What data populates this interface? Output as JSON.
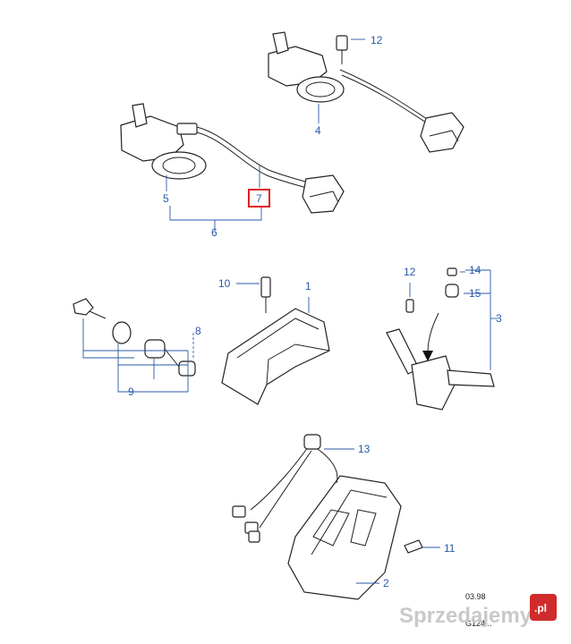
{
  "callouts": {
    "c1": "1",
    "c2": "2",
    "c3": "3",
    "c4": "4",
    "c5": "5",
    "c6": "6",
    "c7": "7",
    "c8": "8",
    "c9": "9",
    "c10": "10",
    "c11": "11",
    "c12a": "12",
    "c12b": "12",
    "c13": "13",
    "c14": "14",
    "c15": "15"
  },
  "highlighted_callout": "7",
  "stamp": {
    "line1": "03.98",
    "line2": "G124..."
  },
  "watermark": {
    "text": "Sprzedajemy",
    "suffix": ".pl"
  },
  "colors": {
    "callout": "#2a5aa8",
    "highlight": "#e02020",
    "line": "#222222",
    "watermark_badge": "#d02b2b"
  }
}
